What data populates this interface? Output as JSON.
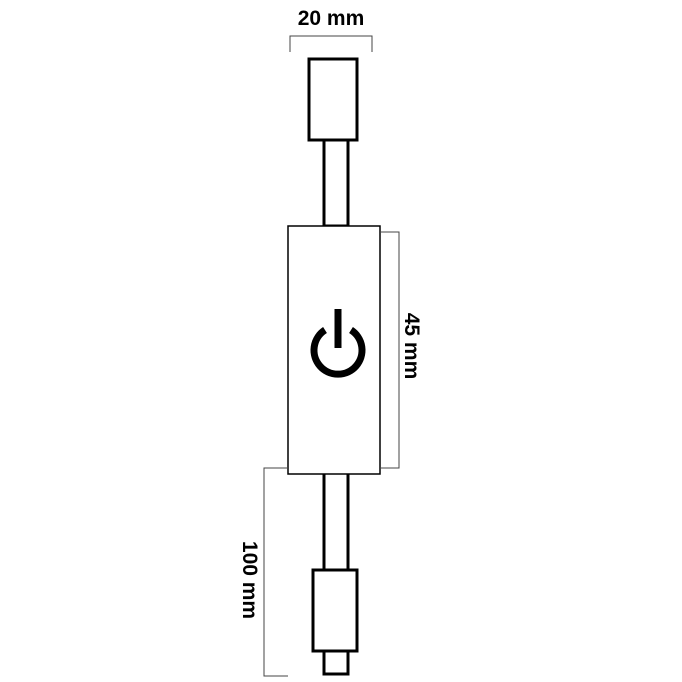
{
  "dimensions": {
    "width_label": "20 mm",
    "height_label": "45 mm",
    "cable_label": "100 mm"
  },
  "icons": {
    "switch": "power-icon"
  },
  "colors": {
    "line": "#000000",
    "dimension_line": "#444444",
    "background": "#ffffff"
  }
}
